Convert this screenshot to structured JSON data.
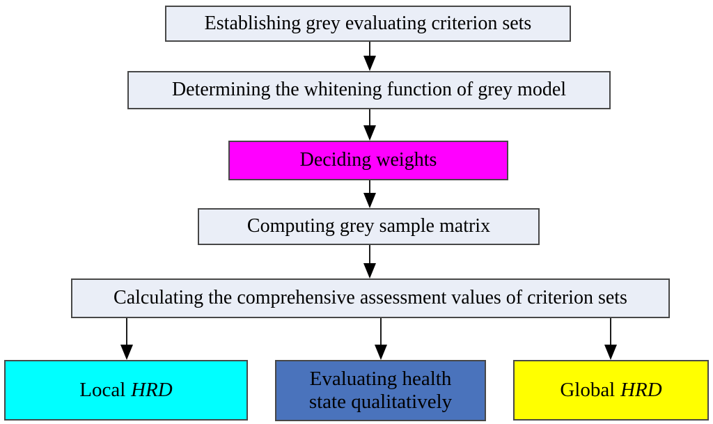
{
  "diagram": {
    "type": "flowchart",
    "flow_boxes": [
      {
        "id": "establish-criteria",
        "label": "Establishing grey evaluating criterion sets",
        "fill": "#EAEEF7"
      },
      {
        "id": "whitening-function",
        "label": "Determining the whitening function of grey model",
        "fill": "#EAEEF7"
      },
      {
        "id": "deciding-weights",
        "label": "Deciding weights",
        "fill": "#FF00FF"
      },
      {
        "id": "grey-sample-matrix",
        "label": "Computing grey sample matrix",
        "fill": "#EAEEF7"
      },
      {
        "id": "comprehensive-assessment",
        "label": "Calculating the comprehensive assessment values of criterion sets",
        "fill": "#EAEEF7"
      }
    ],
    "outputs": [
      {
        "id": "local-hrd",
        "prefix": "Local",
        "italic": "HRD",
        "fill": "#00FFFF"
      },
      {
        "id": "evaluate-health-state",
        "line1": "Evaluating health",
        "line2": "state qualitatively",
        "fill": "#4A73BC"
      },
      {
        "id": "global-hrd",
        "prefix": "Global",
        "italic": "HRD",
        "fill": "#FFFF00"
      }
    ],
    "colors": {
      "light_box_fill": "#EAEEF7",
      "magenta_fill": "#FF00FF",
      "cyan_fill": "#00FFFF",
      "blue_fill": "#4A73BC",
      "yellow_fill": "#FFFF00",
      "border": "#474747",
      "arrow": "#000000"
    }
  }
}
